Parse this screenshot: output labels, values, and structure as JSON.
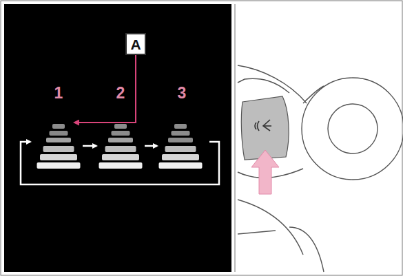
{
  "diagram": {
    "nodes": [
      {
        "text": [
          "A"
        ]
      }
    ],
    "labels": [
      "1",
      "2",
      "3"
    ]
  }
}
